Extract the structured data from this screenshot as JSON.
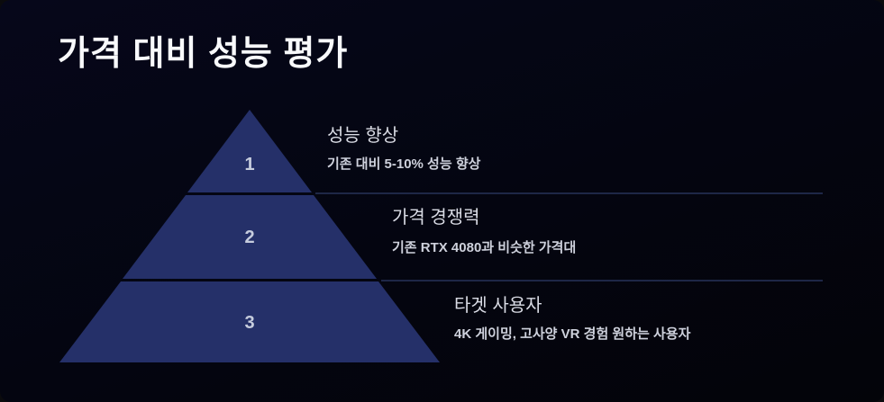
{
  "slide": {
    "title": "가격 대비 성능 평가",
    "colors": {
      "background": "#040510",
      "pyramid_fill": "#253069",
      "divider_line": "#1e2747",
      "title_text": "#f8f9fb",
      "heading_text": "#d9dbe4",
      "description_text": "#ced1dc",
      "number_text": "#c6ccdd"
    },
    "pyramid": {
      "tiers": [
        {
          "number": "1",
          "heading": "성능 향상",
          "description": "기존 대비 5-10% 성능 향상"
        },
        {
          "number": "2",
          "heading": "가격 경쟁력",
          "description": "기존 RTX 4080과 비슷한 가격대"
        },
        {
          "number": "3",
          "heading": "타겟 사용자",
          "description": "4K 게이밍, 고사양 VR 경험 원하는 사용자"
        }
      ]
    }
  }
}
